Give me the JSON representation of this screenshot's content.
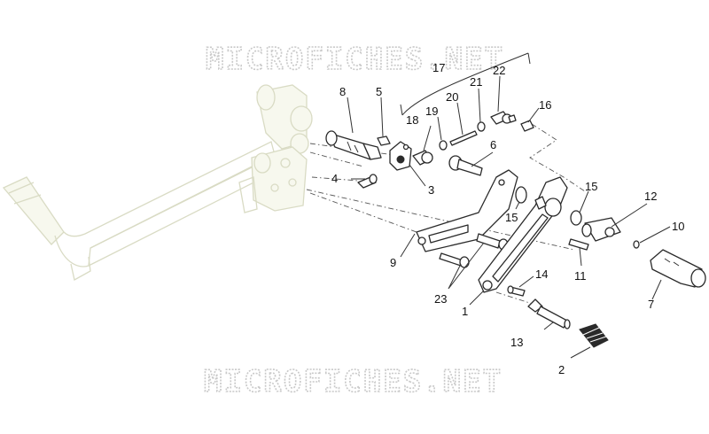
{
  "watermark": {
    "top": "MICROFICHES.NET",
    "bottom": "MICROFICHES.NET"
  },
  "callouts": [
    "1",
    "2",
    "3",
    "4",
    "5",
    "6",
    "7",
    "8",
    "9",
    "10",
    "11",
    "12",
    "13",
    "14",
    "15",
    "15",
    "16",
    "17",
    "18",
    "19",
    "20",
    "21",
    "22",
    "23"
  ],
  "colors": {
    "ghost": "#d9dbc4",
    "ink": "#2a2a2a",
    "watermark": "#c9c9c9"
  }
}
